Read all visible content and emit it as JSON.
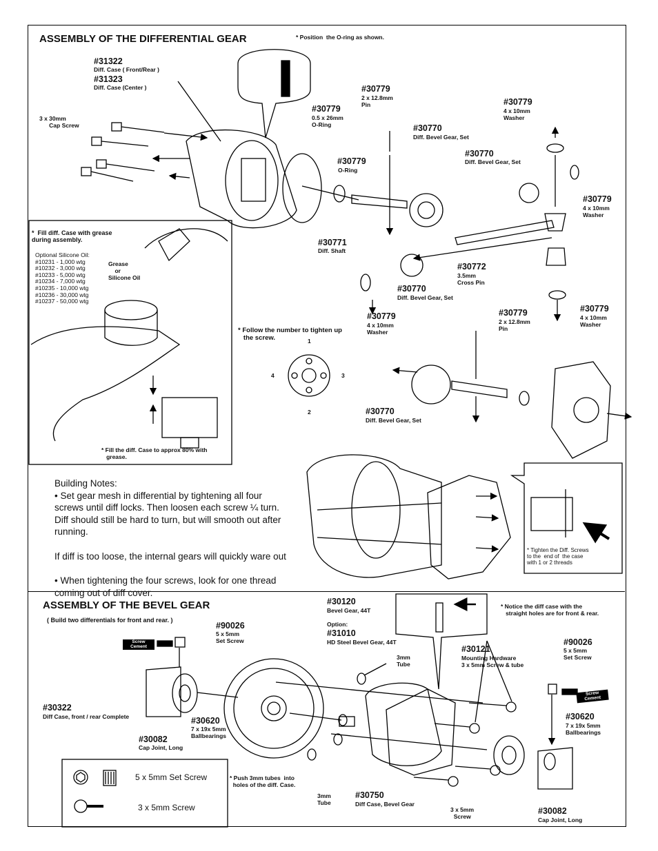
{
  "diff_section": {
    "title": "ASSEMBLY OF THE DIFFERENTIAL GEAR",
    "oring_note": "* Position  the O-ring as shown.",
    "parts": {
      "p31322": {
        "num": "#31322",
        "desc": "Diff. Case ( Front/Rear )"
      },
      "p31323": {
        "num": "#31323",
        "desc": "Diff. Case (Center )"
      },
      "cap_screw": "3 x 30mm\n      Cap Screw",
      "p30779_pin": {
        "num": "#30779",
        "desc": "2 x 12.8mm\nPin"
      },
      "p30779_oring26": {
        "num": "#30779",
        "desc": "0.5 x 26mm\nO-Ring"
      },
      "p30779_oring": {
        "num": "#30779",
        "desc": "O-Ring"
      },
      "p30770_a": {
        "num": "#30770",
        "desc": "Diff. Bevel Gear, Set"
      },
      "p30779_washer_top": {
        "num": "#30779",
        "desc": "4 x 10mm\nWasher"
      },
      "p30770_b": {
        "num": "#30770",
        "desc": "Diff. Bevel Gear, Set"
      },
      "p30779_washer_r": {
        "num": "#30779",
        "desc": "4 x 10mm\nWasher"
      },
      "p30771": {
        "num": "#30771",
        "desc": "Diff. Shaft"
      },
      "p30772": {
        "num": "#30772",
        "desc": "3.5mm\nCross Pin"
      },
      "p30770_c": {
        "num": "#30770",
        "desc": "Diff. Bevel Gear, Set"
      },
      "p30779_washer_l": {
        "num": "#30779",
        "desc": "4 x 10mm\nWasher"
      },
      "p30779_pin2": {
        "num": "#30779",
        "desc": "2 x 12.8mm\nPin"
      },
      "p30779_washer_br": {
        "num": "#30779",
        "desc": "4 x 10mm\nWasher"
      },
      "p30770_d": {
        "num": "#30770",
        "desc": "Diff. Bevel Gear, Set"
      }
    },
    "fill_note": "*  Fill diff. Case with grease\nduring assembly.",
    "oil_list": "Optional Silicone Oil:\n#10231 - 1,000 wtg\n#10232 - 3,000 wtg\n#10233 - 5,000 wtg\n#10234 - 7,000 wtg\n#10235 - 10,000 wtg\n#10236 - 30,000 wtg\n#10237 - 50,000 wtg",
    "grease_label": "Grease\n    or\nSilicone Oil",
    "fill80_note": "* Fill the diff. Case to approx 80% with\n   grease.",
    "follow_note": "* Follow the number to tighten up\n   the screw.",
    "screw_nums": [
      "1",
      "2",
      "3",
      "4"
    ],
    "tighten_note": "* Tighten the Diff. Screws\nto the  end of  the case\nwith 1 or 2 threads",
    "building_notes": {
      "heading": "Building Notes:",
      "line1": "• Set gear mesh in differential by tightening all four screws until diff locks.  Then loosen each screw ¼ turn.  Diff should still be hard to turn, but will smooth out after running.",
      "line2": "If diff is too loose, the internal gears will quickly ware out",
      "line3": "• When tightening the four screws, look for one thread coming out of diff cover."
    }
  },
  "bevel_section": {
    "title": "ASSEMBLY OF THE BEVEL GEAR",
    "subtitle": "( Build two differentials for front and rear. )",
    "parts": {
      "p30120": {
        "num": "#30120",
        "desc": "Bevel Gear, 44T"
      },
      "option": "Option:",
      "p31010": {
        "num": "#31010",
        "desc": "HD Steel Bevel Gear, 44T"
      },
      "notice": "* Notice the diff case with the\n   straight holes are for front & rear.",
      "p90026_l": {
        "num": "#90026",
        "desc": "5 x 5mm\nSet Screw"
      },
      "p90026_r": {
        "num": "#90026",
        "desc": "5 x 5mm\nSet Screw"
      },
      "tube_top": "3mm\nTube",
      "p30121": {
        "num": "#30121",
        "desc": "Mounting Hardware\n3 x 5mm Screw & tube"
      },
      "screw_cement": "Screw\nCement",
      "p30322": {
        "num": "#30322",
        "desc": "Diff Case, front / rear Complete"
      },
      "p30620_l": {
        "num": "#30620",
        "desc": "7 x 19x 5mm\nBallbearings"
      },
      "p30620_r": {
        "num": "#30620",
        "desc": "7 x 19x 5mm\nBallbearings"
      },
      "p30082_l": {
        "num": "#30082",
        "desc": "Cap Joint, Long"
      },
      "p30082_r": {
        "num": "#30082",
        "desc": "Cap Joint, Long"
      },
      "push_note": "* Push 3mm tubes  into\n  holes of the diff. Case.",
      "tube_bottom": "3mm\nTube",
      "p30750": {
        "num": "#30750",
        "desc": "Diff Case, Bevel Gear"
      },
      "screw_3x5": "3 x 5mm\n  Screw"
    },
    "legend": {
      "set_screw": "5 x 5mm Set Screw",
      "screw": "3 x 5mm Screw"
    }
  }
}
